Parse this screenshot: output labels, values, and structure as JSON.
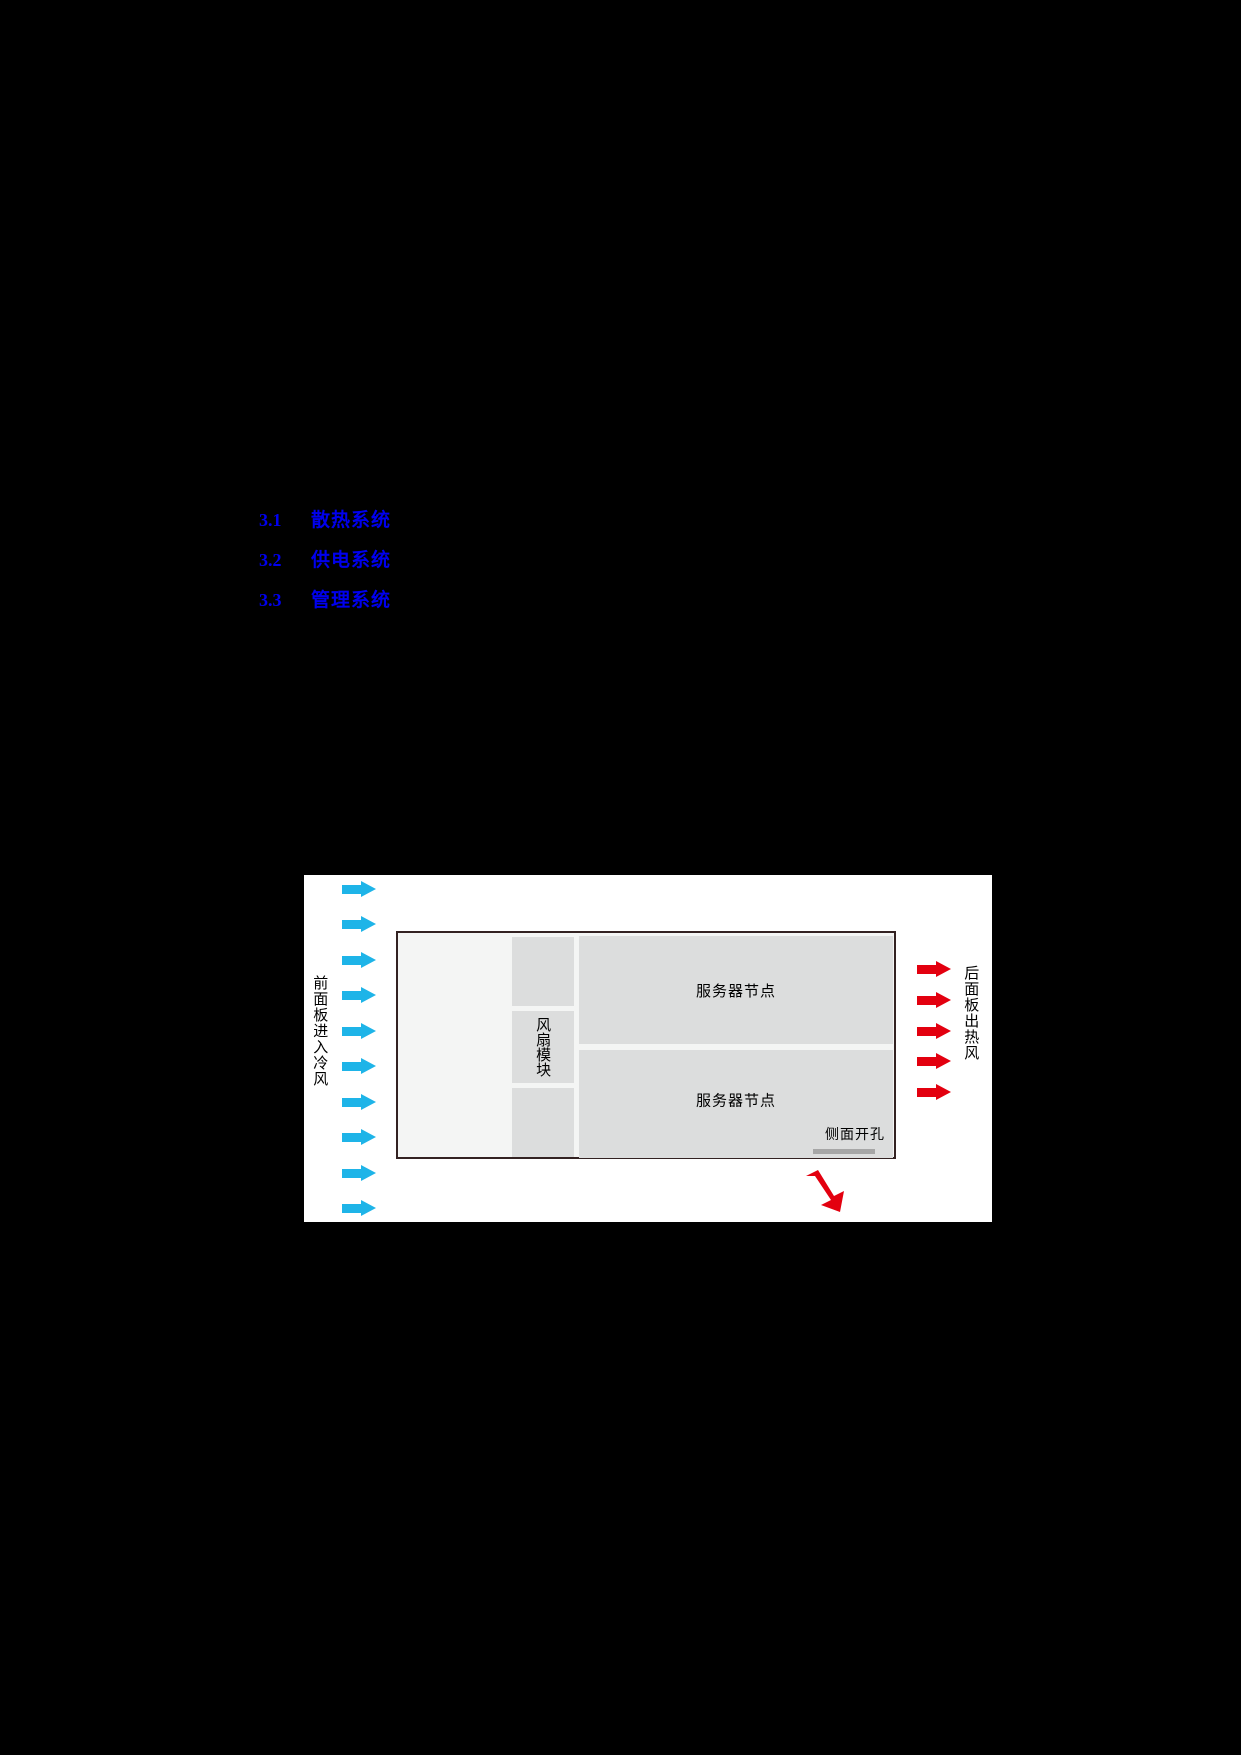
{
  "toc": {
    "items": [
      {
        "num": "3.1",
        "title": "散热系统"
      },
      {
        "num": "3.2",
        "title": "供电系统"
      },
      {
        "num": "3.3",
        "title": "管理系统"
      }
    ],
    "link_color": "#0000ee"
  },
  "figure": {
    "inlet": {
      "label": "前面板进入冷风",
      "arrow_count": 10,
      "arrow_color": "#1EB4E8",
      "arrow_direction": "right"
    },
    "outlet": {
      "label": "后面板出热风",
      "arrow_count": 5,
      "arrow_color": "#E3000F",
      "arrow_direction": "right"
    },
    "fan_module": {
      "label": "风扇模块",
      "cell_count": 3,
      "cell_color": "#dcdddd"
    },
    "server_nodes": [
      {
        "label": "服务器节点"
      },
      {
        "label": "服务器节点"
      }
    ],
    "side_vent": {
      "label": "侧面开孔",
      "bar_color": "#a6a6a6"
    },
    "exhaust_arrow": {
      "name": "side-exhaust-arrow",
      "color": "#E3000F",
      "direction": "down-right"
    },
    "chassis": {
      "border_color": "#332222",
      "fill_color": "#f4f5f4"
    },
    "panel_background": "#ffffff"
  }
}
